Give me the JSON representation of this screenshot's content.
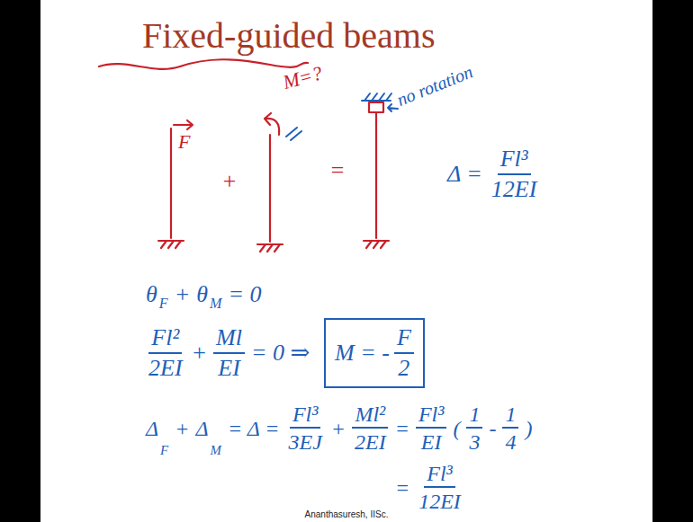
{
  "diagram": {
    "title": "Fixed-guided beams",
    "nodes": [
      {
        "text": [
          "M = -",
          "F",
          "2"
        ]
      }
    ],
    "labels": [
      "F",
      "M=?",
      "+",
      "=",
      "no rotation",
      "Δ =",
      "Fl³",
      "12EI",
      "θ",
      "F",
      "+",
      "θ",
      "M",
      "= 0",
      "Fl²",
      "2EI",
      "+",
      "Ml",
      "EI",
      "= 0 ⇒",
      "Δ",
      "F",
      "+",
      "Δ",
      "M",
      "= Δ =",
      "Fl³",
      "3EJ",
      "+",
      "Ml²",
      "2EI",
      "=",
      "Fl³",
      "EI",
      "(",
      "1",
      "3",
      "-",
      "1",
      "4",
      ")",
      "=",
      "Fl³",
      "12EI",
      "Ananthasuresh, IISc."
    ]
  }
}
